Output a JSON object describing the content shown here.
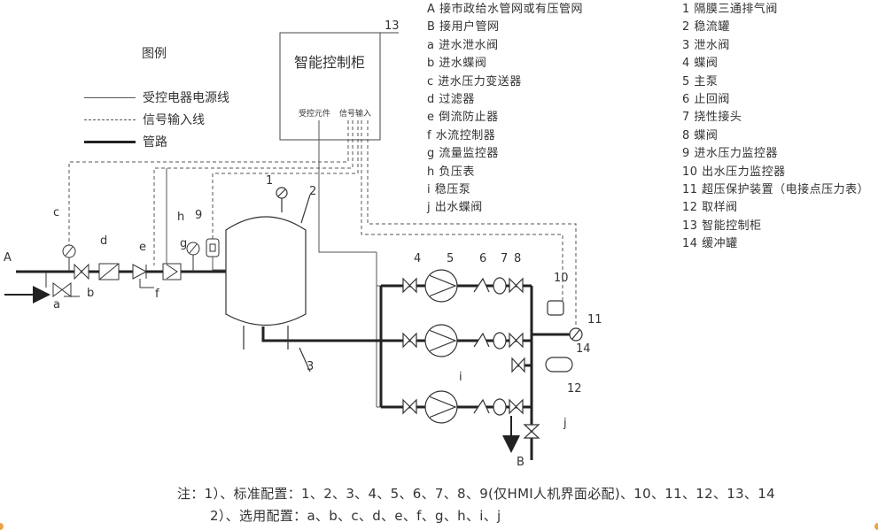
{
  "legend": {
    "title": "图例",
    "power_line": "受控电器电源线",
    "signal_line": "信号输入线",
    "pipe": "管路"
  },
  "cabinet": {
    "title": "智能控制柜",
    "controlled": "受控元件",
    "signal_in": "信号输入",
    "number": "13"
  },
  "left_list": [
    "A 接市政给水管网或有压管网",
    "B 接用户管网",
    "a 进水泄水阀",
    "b 进水蝶阀",
    "c 进水压力变送器",
    "d 过滤器",
    "e 倒流防止器",
    "f  水流控制器",
    "g 流量监控器",
    "h 负压表",
    "i 稳压泵",
    "j 出水蝶阀"
  ],
  "right_list": [
    "1 隔膜三通排气阀",
    "2 稳流罐",
    "3 泄水阀",
    "4 蝶阀",
    "5 主泵",
    "6 止回阀",
    "7 挠性接头",
    "8 蝶阀",
    "9 进水压力监控器",
    "10 出水压力监控器",
    "11 超压保护装置（电接点压力表）",
    "12 取样阀",
    "13 智能控制柜",
    "14 缓冲罐"
  ],
  "labels": {
    "A": "A",
    "B": "B",
    "a": "a",
    "b": "b",
    "c": "c",
    "d": "d",
    "e": "e",
    "f": "f",
    "g": "g",
    "h": "h",
    "i": "i",
    "j": "j",
    "n1": "1",
    "n2": "2",
    "n3": "3",
    "n4": "4",
    "n5": "5",
    "n6": "6",
    "n7": "7",
    "n8": "8",
    "n9": "9",
    "n10": "10",
    "n11": "11",
    "n12": "12",
    "n14": "14"
  },
  "notes": {
    "line1": "注：1）、标准配置：1、2、3、4、5、6、7、8、9(仅HMI人机界面必配)、10、11、12、13、14",
    "line2": "2）、选用配置：a、b、c、d、e、f、g、h、i、j"
  }
}
